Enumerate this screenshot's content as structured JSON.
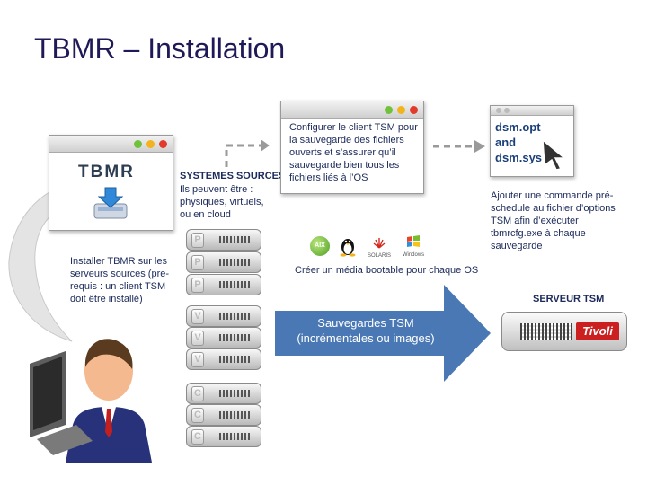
{
  "title": "TBMR – Installation",
  "tbmr_window": {
    "logo_text": "TBMR"
  },
  "install_text": "Installer TBMR sur les serveurs sources (pre-requis : un client TSM doit être installé)",
  "sources": {
    "heading": "SYSTEMES SOURCES",
    "description": "Ils peuvent être : physiques, virtuels, ou en cloud",
    "server_labels": [
      "P",
      "P",
      "P",
      "V",
      "V",
      "V",
      "C",
      "C",
      "C"
    ]
  },
  "configure_text": "Configurer le client TSM pour la sauvegarde des fichiers ouverts et s’assurer qu’il sauvegarde bien tous les fichiers liés à l’OS",
  "dsm_window": {
    "line1": "dsm.opt",
    "line2": "and",
    "line3": "dsm.sys"
  },
  "schedule_text": "Ajouter une commande pré-schedule au fichier d’options TSM afin d’exécuter tbmrcfg.exe à chaque sauvegarde",
  "os_logos": {
    "aix": "AIX",
    "solaris": "SOLARIS",
    "windows": "Windows"
  },
  "bootable_text": "Créer un média bootable pour chaque OS",
  "arrow": {
    "line1": "Sauvegardes TSM",
    "line2": "(incrémentales ou images)"
  },
  "tsm_server": {
    "heading": "SERVEUR TSM",
    "brand": "Tivoli"
  },
  "colors": {
    "title": "#1f1a57",
    "arrow": "#4a78b4",
    "tivoli_red": "#cc1f1f",
    "text": "#1b2a5a"
  }
}
